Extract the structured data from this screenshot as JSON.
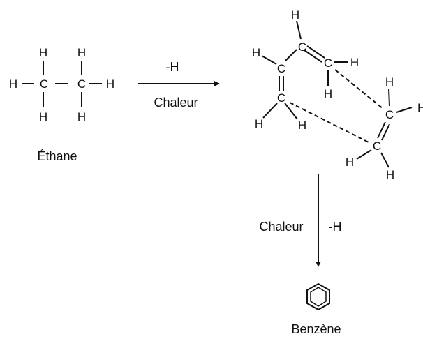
{
  "atoms": {
    "carbon": "C",
    "hydrogen": "H"
  },
  "ethane": {
    "name": "Éthane"
  },
  "reaction_1": {
    "above": "-H",
    "below": "Chaleur"
  },
  "reaction_2": {
    "left": "Chaleur",
    "right": "-H"
  },
  "benzene": {
    "name": "Benzène"
  }
}
